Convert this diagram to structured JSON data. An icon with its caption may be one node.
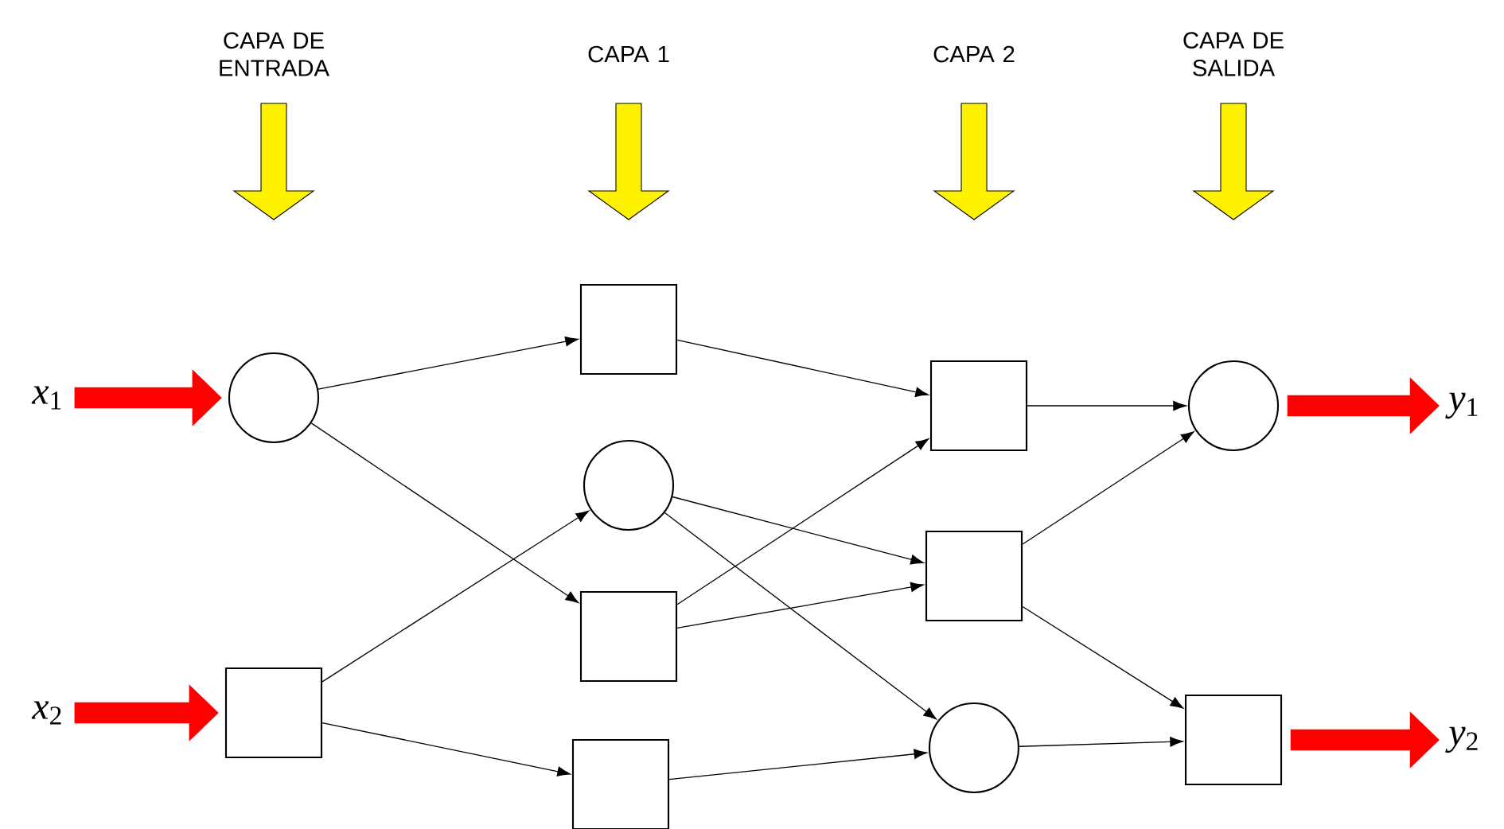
{
  "diagram": {
    "nodes": [
      {
        "text": [
          "*x*$_{1}$"
        ]
      },
      {
        "text": [
          "*x*$_{2}$"
        ]
      },
      {
        "text": [],
        "shape": "circle"
      },
      {
        "text": [],
        "shape": "box"
      },
      {
        "text": [],
        "shape": "box"
      },
      {
        "text": [],
        "shape": "circle"
      },
      {
        "text": [],
        "shape": "box"
      },
      {
        "text": [],
        "shape": "box"
      },
      {
        "text": [],
        "shape": "box"
      },
      {
        "text": [],
        "shape": "box"
      },
      {
        "text": [],
        "shape": "circle"
      },
      {
        "text": [],
        "shape": "circle"
      },
      {
        "text": [],
        "shape": "box"
      },
      {
        "text": [
          "*y*$_{1}$"
        ]
      },
      {
        "text": [
          "*y*$_{2}$"
        ]
      }
    ],
    "edges": [
      {
        "from": 0,
        "to": 2,
        "arrow": "to",
        "style": "thick",
        "color": "#ff0000"
      },
      {
        "from": 1,
        "to": 3,
        "arrow": "to",
        "style": "thick",
        "color": "#ff0000"
      },
      {
        "from": 2,
        "to": 4,
        "arrow": "to"
      },
      {
        "from": 2,
        "to": 6,
        "arrow": "to"
      },
      {
        "from": 3,
        "to": 5,
        "arrow": "to"
      },
      {
        "from": 3,
        "to": 7,
        "arrow": "to"
      },
      {
        "from": 4,
        "to": 8,
        "arrow": "to"
      },
      {
        "from": 5,
        "to": 9,
        "arrow": "to"
      },
      {
        "from": 5,
        "to": 10,
        "arrow": "to"
      },
      {
        "from": 6,
        "to": 8,
        "arrow": "to"
      },
      {
        "from": 6,
        "to": 9,
        "arrow": "to"
      },
      {
        "from": 7,
        "to": 10,
        "arrow": "to"
      },
      {
        "from": 8,
        "to": 11,
        "arrow": "to"
      },
      {
        "from": 9,
        "to": 11,
        "arrow": "to"
      },
      {
        "from": 9,
        "to": 12,
        "arrow": "to"
      },
      {
        "from": 10,
        "to": 12,
        "arrow": "to"
      },
      {
        "from": 11,
        "to": 13,
        "arrow": "to",
        "style": "thick",
        "color": "#ff0000"
      },
      {
        "from": 12,
        "to": 14,
        "arrow": "to",
        "style": "thick",
        "color": "#ff0000"
      }
    ],
    "labels": [
      "CAPA DE ENTRADA",
      "CAPA 1",
      "CAPA 2",
      "CAPA DE SALIDA"
    ]
  }
}
